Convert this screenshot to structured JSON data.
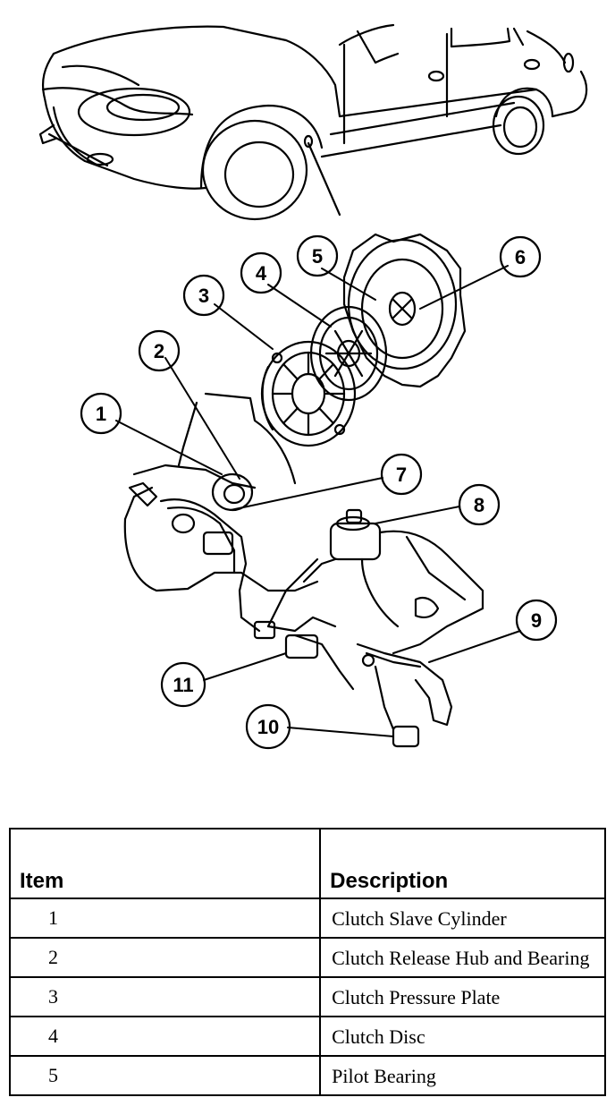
{
  "callouts": [
    "1",
    "2",
    "3",
    "4",
    "5",
    "6",
    "7",
    "8",
    "9",
    "10",
    "11"
  ],
  "table": {
    "headers": [
      "Item",
      "Description"
    ],
    "rows": [
      {
        "item": "1",
        "description": "Clutch Slave Cylinder"
      },
      {
        "item": "2",
        "description": "Clutch Release Hub and Bearing"
      },
      {
        "item": "3",
        "description": "Clutch Pressure Plate"
      },
      {
        "item": "4",
        "description": "Clutch Disc"
      },
      {
        "item": "5",
        "description": "Pilot Bearing"
      }
    ]
  }
}
